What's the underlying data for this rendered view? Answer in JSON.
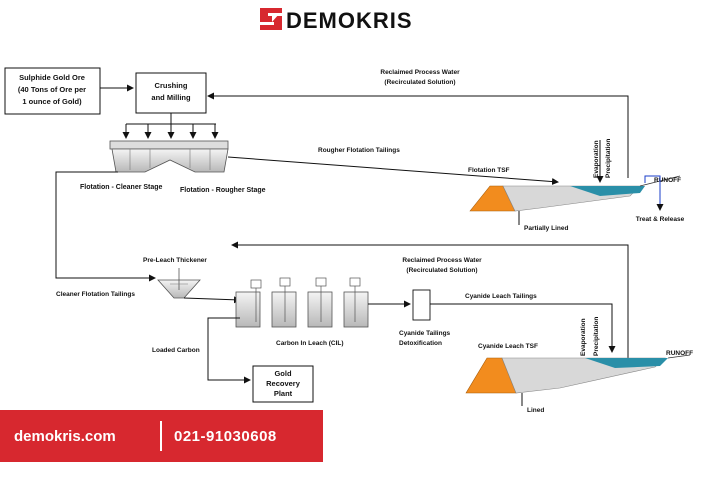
{
  "brand": {
    "name": "DEMOKRIS",
    "color": "#d7282f"
  },
  "footer": {
    "website": "demokris.com",
    "phone": "021-91030608"
  },
  "nodes": {
    "ore": [
      "Sulphide Gold Ore",
      "(40 Tons of Ore per",
      "1 ounce of Gold)"
    ],
    "crushing": [
      "Crushing",
      "and Milling"
    ],
    "cleaner_stage": "Flotation - Cleaner Stage",
    "rougher_stage": "Flotation - Rougher Stage",
    "flotation_tsf": "Flotation TSF",
    "partially_lined": "Partially Lined",
    "treat_release": "Treat & Release",
    "pre_leach": "Pre-Leach Thickener",
    "cil": "Carbon In Leach (CIL)",
    "detox": [
      "Cyanide Tailings",
      "Detoxification"
    ],
    "cyanide_tsf": "Cyanide Leach TSF",
    "lined": "Lined",
    "gold_recovery": [
      "Gold",
      "Recovery",
      "Plant"
    ]
  },
  "flows": {
    "reclaimed_1": [
      "Reclaimed Process Water",
      "(Recirculated Solution)"
    ],
    "rougher_tailings": "Rougher Flotation Tailings",
    "reclaimed_2": [
      "Reclaimed Process Water",
      "(Recirculated Solution)"
    ],
    "cleaner_tailings": "Cleaner Flotation Tailings",
    "cyanide_tailings": "Cyanide Leach Tailings",
    "loaded_carbon": "Loaded Carbon",
    "evaporation": "Evaporation",
    "precipitation": "Precipitation",
    "runoff": "RUNOFF"
  },
  "colors": {
    "dam": "#f28c1e",
    "water": "#2a8fa8",
    "tailings": "#d8d8d8"
  }
}
